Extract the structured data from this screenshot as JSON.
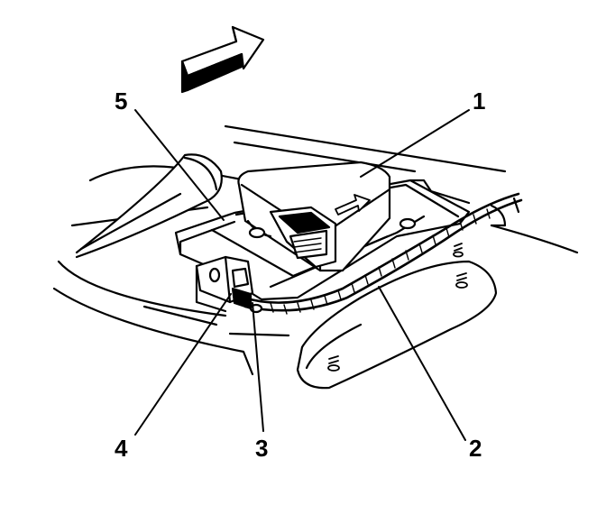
{
  "diagram": {
    "callouts": [
      {
        "id": "1",
        "label": "1"
      },
      {
        "id": "2",
        "label": "2"
      },
      {
        "id": "3",
        "label": "3"
      },
      {
        "id": "4",
        "label": "4"
      },
      {
        "id": "5",
        "label": "5"
      }
    ],
    "direction_arrow_icon": "forward-arrow-icon",
    "module_arrow_icon": "up-arrow-icon",
    "colors": {
      "line": "#000000",
      "background": "#ffffff"
    }
  }
}
